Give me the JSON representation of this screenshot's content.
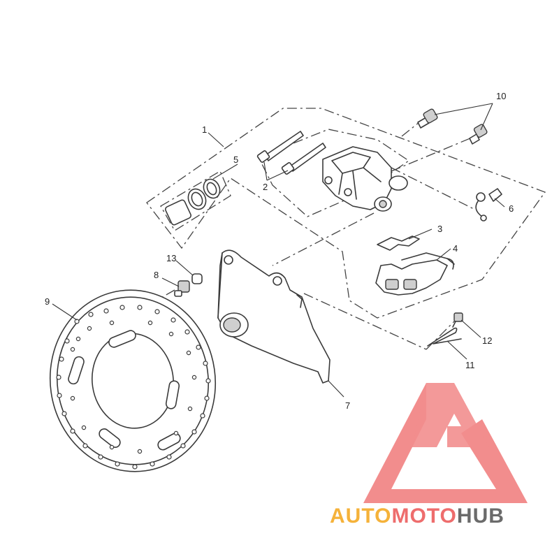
{
  "callouts": [
    {
      "id": "1",
      "label": "1"
    },
    {
      "id": "2",
      "label": "2"
    },
    {
      "id": "3",
      "label": "3"
    },
    {
      "id": "4",
      "label": "4"
    },
    {
      "id": "5",
      "label": "5"
    },
    {
      "id": "6",
      "label": "6"
    },
    {
      "id": "7",
      "label": "7"
    },
    {
      "id": "8",
      "label": "8"
    },
    {
      "id": "9",
      "label": "9"
    },
    {
      "id": "10",
      "label": "10"
    },
    {
      "id": "11",
      "label": "11"
    },
    {
      "id": "12",
      "label": "12"
    },
    {
      "id": "13",
      "label": "13"
    }
  ],
  "watermark": {
    "text_part1": "AUTO",
    "text_part2": "MOTO",
    "text_part3": "HUB",
    "color_orange": "#f5b23a",
    "color_red": "#ee6d6d",
    "color_gray": "#6b6b6b",
    "logo_color": "#f07a7a"
  }
}
